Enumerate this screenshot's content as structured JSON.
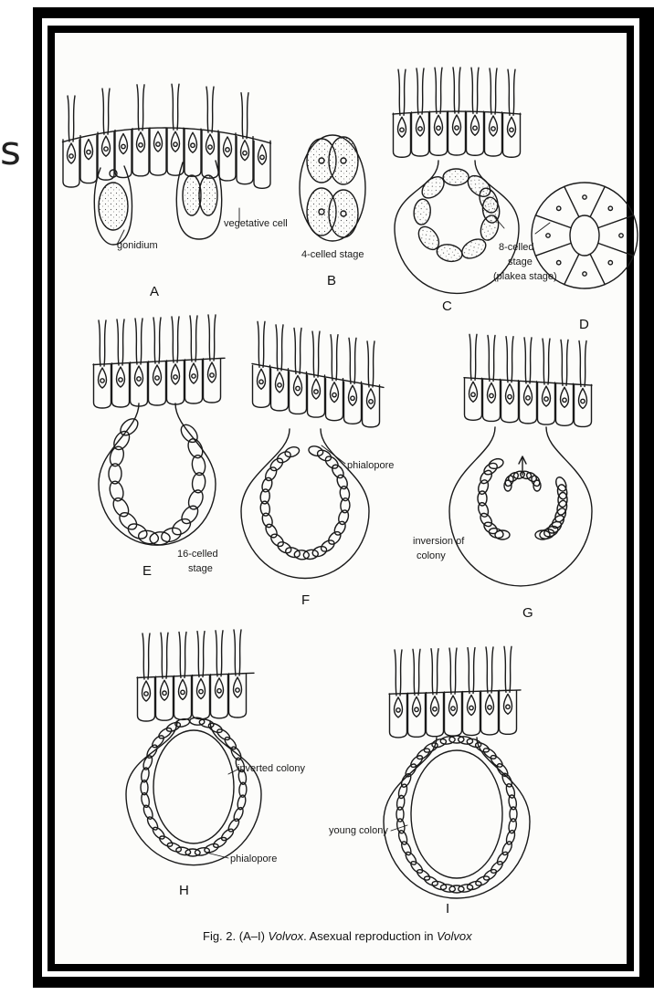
{
  "figure": {
    "clipped_edge_text": "s",
    "caption_prefix": "Fig. 2. (A–I) ",
    "caption_genus_1": "Volvox",
    "caption_middle": ". Asexual reproduction in ",
    "caption_genus_2": "Volvox"
  },
  "panels": {
    "A": {
      "letter": "A",
      "label_gonidium": "gonidium",
      "label_vegetative": "vegetative cell"
    },
    "B": {
      "letter": "B",
      "label": "4-celled stage"
    },
    "C": {
      "letter": "C",
      "label_line1": "8-celled",
      "label_line2": "stage",
      "label_line3": "(plakea stage)"
    },
    "D": {
      "letter": "D"
    },
    "E": {
      "letter": "E",
      "label_line1": "16-celled",
      "label_line2": "stage"
    },
    "F": {
      "letter": "F",
      "label": "phialopore"
    },
    "G": {
      "letter": "G",
      "label_line1": "inversion of",
      "label_line2": "colony"
    },
    "H": {
      "letter": "H",
      "label_inverted": "inverted colony",
      "label_phialopore": "phialopore"
    },
    "I": {
      "letter": "I",
      "label": "young colony"
    }
  },
  "colors": {
    "frame": "#000000",
    "paper": "#fcfcfa",
    "ink": "#1a1a1a"
  }
}
